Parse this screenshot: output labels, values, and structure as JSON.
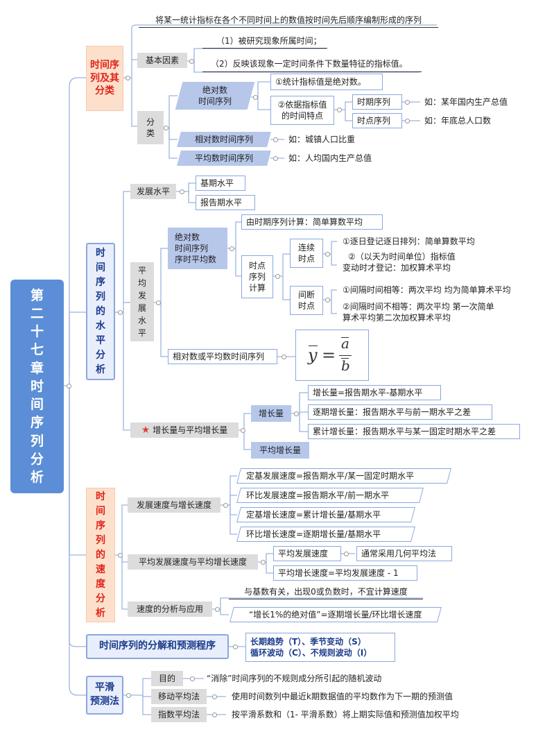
{
  "root": "第二十七章 时间序列分析",
  "sec1": {
    "title": "时间序列及其分类",
    "definition": "将某一统计指标在各个不同时间上的数值按时间先后顺序编制形成的序列",
    "factors": {
      "label": "基本因素",
      "item1": "（1）被研究现象所属时间；",
      "item2": "（2）反映该现象一定时间条件下数量特征的指标值。"
    },
    "classify": {
      "label": "分类",
      "absolute": {
        "label_line1": "绝对数",
        "label_line2": "时间序列",
        "sub1": "①统计指标值是绝对数。",
        "sub2_line1": "②依据指标值",
        "sub2_line2": "的时间特点",
        "period": "时期序列",
        "period_example": "如：某年国内生产总值",
        "point": "时点序列",
        "point_example": "如：年底总人口数"
      },
      "relative": {
        "label": "相对数时间序列",
        "example": "如：城镇人口比重"
      },
      "average": {
        "label": "平均数时间序列",
        "example": "如：人均国内生产总值"
      }
    }
  },
  "sec2": {
    "title": "时间序列的水平分析",
    "dev_level": {
      "label": "发展水平",
      "base": "基期水平",
      "report": "报告期水平"
    },
    "avg_level": {
      "label": "平均发展水平",
      "abs": {
        "label_line1": "绝对数",
        "label_line2": "时间序列",
        "label_line3": "序时平均数",
        "period_calc": "由时期序列计算：简单算数平均",
        "point_calc_line1": "时点",
        "point_calc_line2": "序列",
        "point_calc_line3": "计算",
        "continuous_line1": "连续",
        "continuous_line2": "时点",
        "cont1": "①逐日登记逐日排列：简单算数平均",
        "cont2_line1": "②（以天为时间单位）指标值",
        "cont2_line2": "变动时才登记：加权算术平均",
        "interval_line1": "间断",
        "interval_line2": "时点",
        "int1": "①间隔时间相等：两次平均 均为简单算术平均",
        "int2_line1": "②间隔时间不相等：两次平均 第一次简单",
        "int2_line2": "算术平均第二次加权算术平均"
      },
      "rel": {
        "label": "相对数或平均数时间序列",
        "formula_lhs": "y",
        "formula_eq": "=",
        "formula_num": "a",
        "formula_den": "b"
      }
    },
    "growth": {
      "label": "增长量与平均增长量",
      "increase": "增长量",
      "inc1": "增长量=报告期水平-基期水平",
      "inc2": "逐期增长量：报告期水平与前一期水平之差",
      "inc3": "累计增长量：报告期水平与某一固定时期水平之差",
      "avg_increase": "平均增长量"
    }
  },
  "sec3": {
    "title": "时间序列的速度分析",
    "speed": {
      "label": "发展速度与增长速度",
      "s1": "定基发展速度=报告期水平/某一固定时期水平",
      "s2": "环比发展速度=报告期水平/前一期水平",
      "s3": "定基增长速度=累计增长量/基期水平",
      "s4": "环比增长速度=逐期增长量/基期水平"
    },
    "avg_speed": {
      "label": "平均发展速度与平均增长速度",
      "avg_dev": "平均发展速度",
      "avg_dev_note": "通常采用几何平均法",
      "avg_growth": "平均增长速度=平均发展速度 - 1"
    },
    "analysis": {
      "label": "速度的分析与应用",
      "a1": "与基数有关，出现0或负数时，不宜计算速度",
      "a2": "“增长1%的绝对值”=逐期增长量/环比增长速度"
    }
  },
  "sec4": {
    "title": "时间序列的分解和预测程序",
    "line1": "长期趋势（T）、季节变动（S）",
    "line2": "循环波动（C）、不规则波动（I）"
  },
  "sec5": {
    "title_line1": "平滑",
    "title_line2": "预测法",
    "purpose": "目的",
    "purpose_text": "“消除”时间序列的不规则成分所引起的随机波动",
    "moving": "移动平均法",
    "moving_text": "使用时间数列中最近k期数据值的平均数作为下一期的预测值",
    "exp": "指数平均法",
    "exp_text": "按平滑系数和（1- 平滑系数）将上期实际值和预测值加权平均"
  },
  "colors": {
    "root": "#5b8ed6",
    "accent_red": "#e0241b",
    "section_fill": "#fde0cc",
    "blue_border": "#8aa7dd",
    "star": "#e23b3b"
  }
}
